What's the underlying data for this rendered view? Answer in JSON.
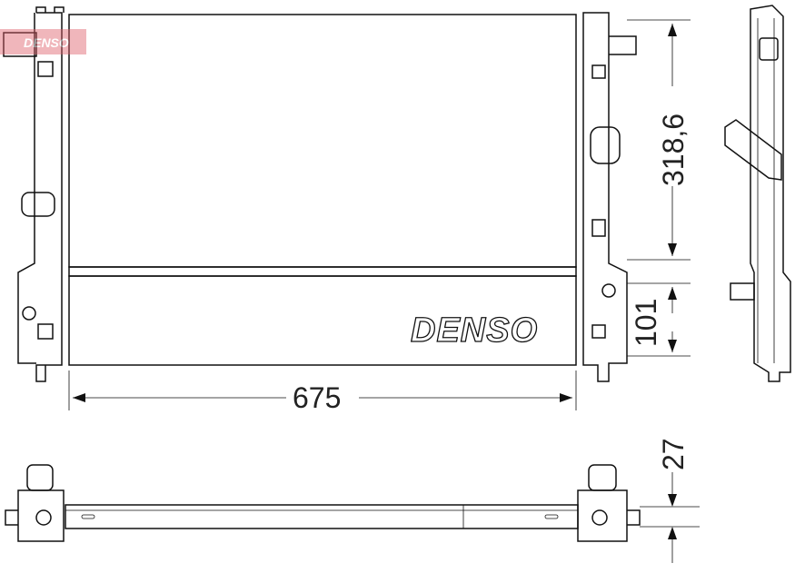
{
  "dimensions": {
    "width": "675",
    "height_upper": "318,6",
    "height_lower": "101",
    "depth": "27"
  },
  "brand": {
    "logo_text": "DENSO",
    "watermark_text": "DENSO",
    "watermark_color": "#e0606a"
  }
}
